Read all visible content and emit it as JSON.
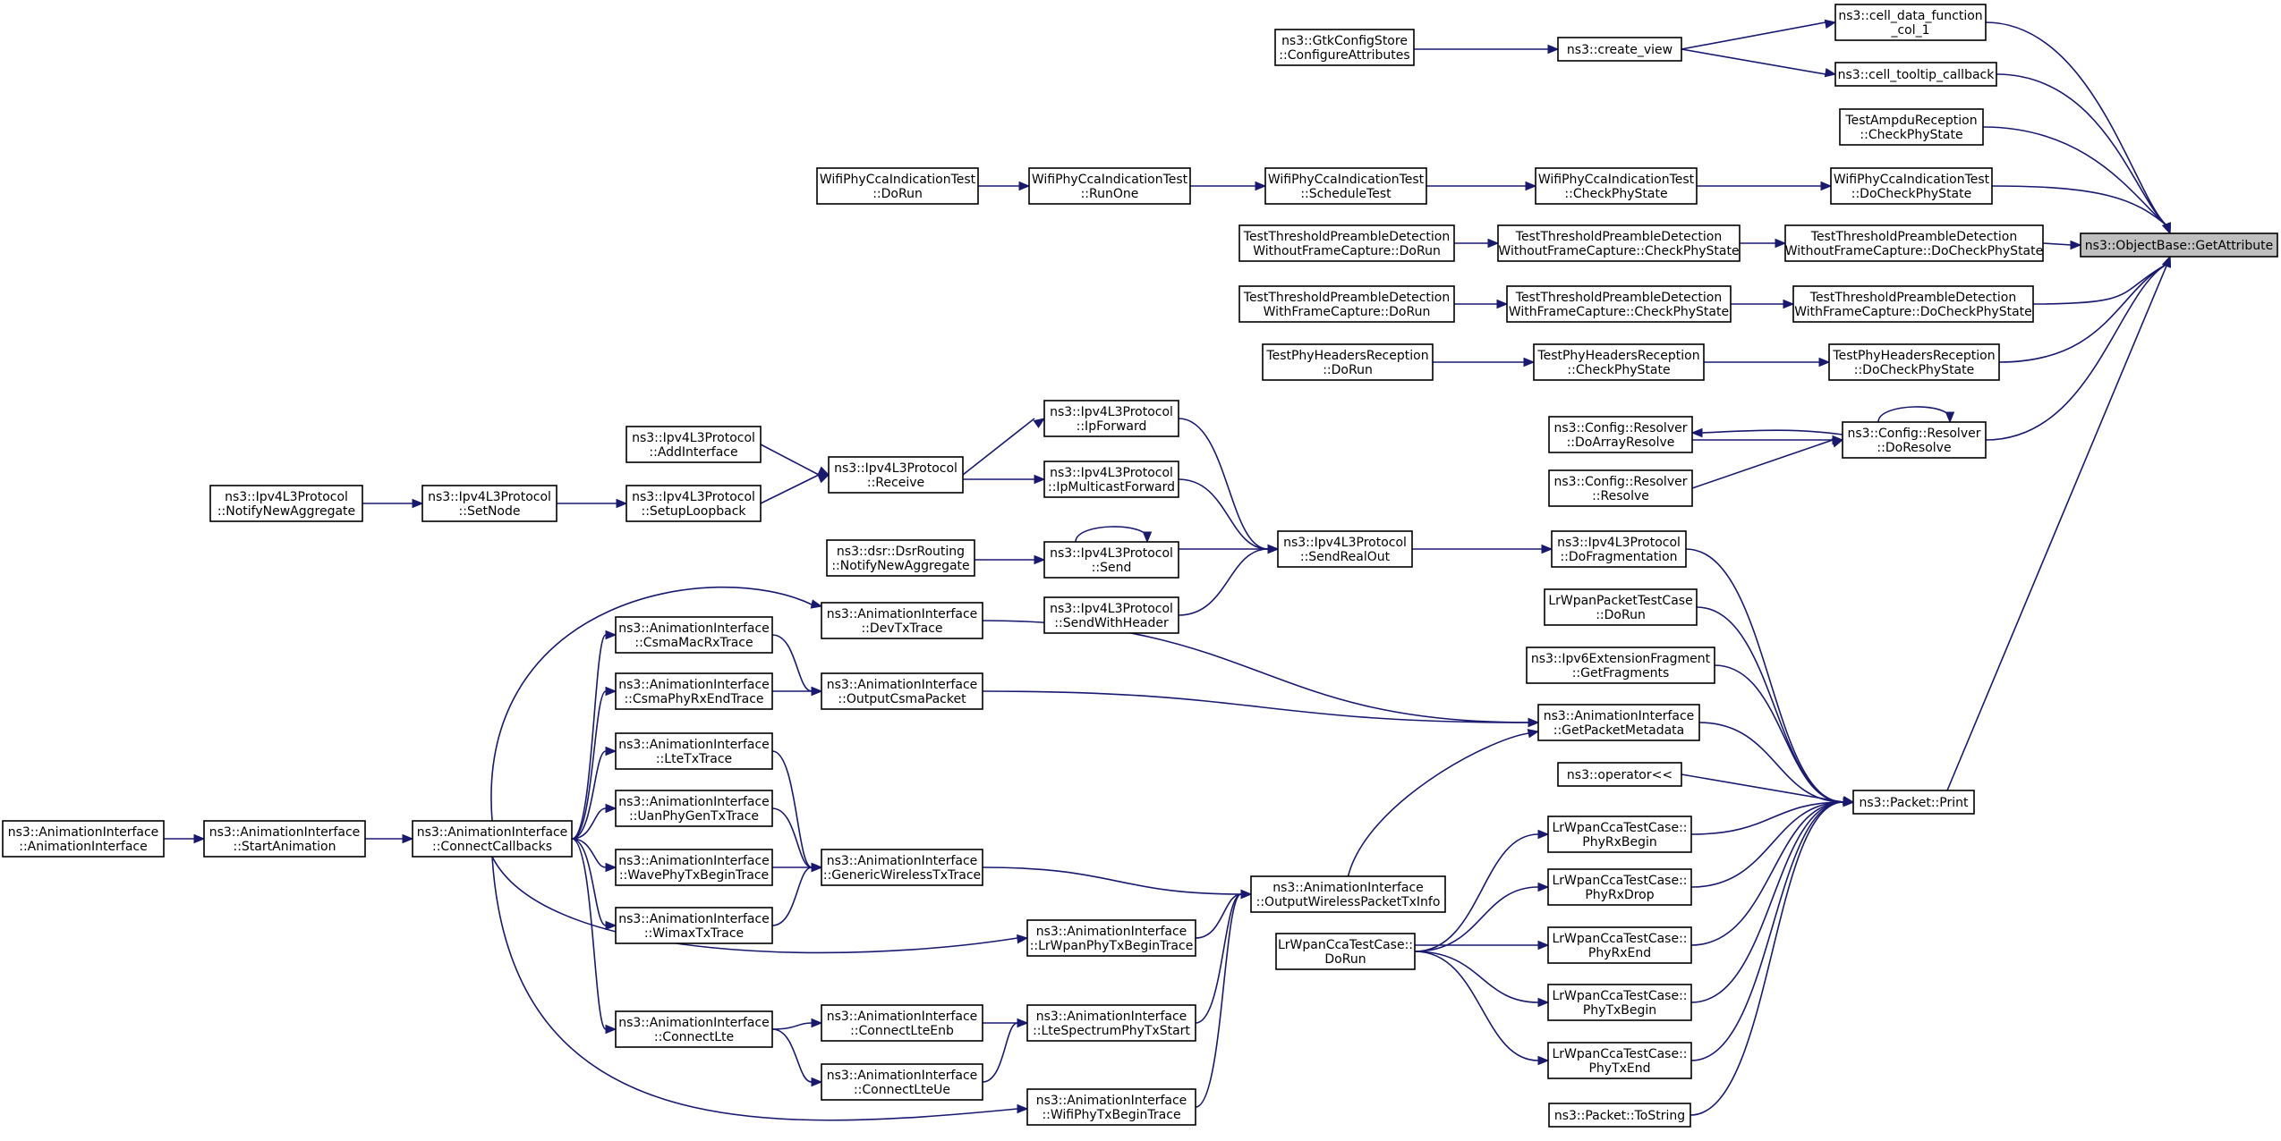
{
  "colors": {
    "edge": "#191970",
    "node_border": "#000000",
    "root_fill": "#bfbfbf",
    "node_fill": "#ffffff"
  },
  "nodes": {
    "root": [
      "ns3::ObjectBase::GetAttribute"
    ],
    "cell_data": [
      "ns3::cell_data_function",
      "_col_1"
    ],
    "cell_tooltip": [
      "ns3::cell_tooltip_callback"
    ],
    "create_view": [
      "ns3::create_view"
    ],
    "gtk_config": [
      "ns3::GtkConfigStore",
      "::ConfigureAttributes"
    ],
    "ampdu_check": [
      "TestAmpduReception",
      "::CheckPhyState"
    ],
    "wifi_do_check": [
      "WifiPhyCcaIndicationTest",
      "::DoCheckPhyState"
    ],
    "wifi_check": [
      "WifiPhyCcaIndicationTest",
      "::CheckPhyState"
    ],
    "wifi_schedule": [
      "WifiPhyCcaIndicationTest",
      "::ScheduleTest"
    ],
    "wifi_runone": [
      "WifiPhyCcaIndicationTest",
      "::RunOne"
    ],
    "wifi_dorun": [
      "WifiPhyCcaIndicationTest",
      "::DoRun"
    ],
    "tpd_wo_docheck": [
      "TestThresholdPreambleDetection",
      "WithoutFrameCapture::DoCheckPhyState"
    ],
    "tpd_wo_check": [
      "TestThresholdPreambleDetection",
      "WithoutFrameCapture::CheckPhyState"
    ],
    "tpd_wo_dorun": [
      "TestThresholdPreambleDetection",
      "WithoutFrameCapture::DoRun"
    ],
    "tpd_w_docheck": [
      "TestThresholdPreambleDetection",
      "WithFrameCapture::DoCheckPhyState"
    ],
    "tpd_w_check": [
      "TestThresholdPreambleDetection",
      "WithFrameCapture::CheckPhyState"
    ],
    "tpd_w_dorun": [
      "TestThresholdPreambleDetection",
      "WithFrameCapture::DoRun"
    ],
    "phh_docheck": [
      "TestPhyHeadersReception",
      "::DoCheckPhyState"
    ],
    "phh_check": [
      "TestPhyHeadersReception",
      "::CheckPhyState"
    ],
    "phh_dorun": [
      "TestPhyHeadersReception",
      "::DoRun"
    ],
    "resolver_doresolve": [
      "ns3::Config::Resolver",
      "::DoResolve"
    ],
    "resolver_doarray": [
      "ns3::Config::Resolver",
      "::DoArrayResolve"
    ],
    "resolver_resolve": [
      "ns3::Config::Resolver",
      "::Resolve"
    ],
    "packet_print": [
      "ns3::Packet::Print"
    ],
    "ipv4_dofrag": [
      "ns3::Ipv4L3Protocol",
      "::DoFragmentation"
    ],
    "ipv4_sendrealout": [
      "ns3::Ipv4L3Protocol",
      "::SendRealOut"
    ],
    "ipv4_ipforward": [
      "ns3::Ipv4L3Protocol",
      "::IpForward"
    ],
    "ipv4_ipmulticast": [
      "ns3::Ipv4L3Protocol",
      "::IpMulticastForward"
    ],
    "ipv4_send": [
      "ns3::Ipv4L3Protocol",
      "::Send"
    ],
    "ipv4_sendwithheader": [
      "ns3::Ipv4L3Protocol",
      "::SendWithHeader"
    ],
    "ipv4_receive": [
      "ns3::Ipv4L3Protocol",
      "::Receive"
    ],
    "ipv4_addinterface": [
      "ns3::Ipv4L3Protocol",
      "::AddInterface"
    ],
    "ipv4_setuploopback": [
      "ns3::Ipv4L3Protocol",
      "::SetupLoopback"
    ],
    "ipv4_setnode": [
      "ns3::Ipv4L3Protocol",
      "::SetNode"
    ],
    "ipv4_notify": [
      "ns3::Ipv4L3Protocol",
      "::NotifyNewAggregate"
    ],
    "dsr_notify": [
      "ns3::dsr::DsrRouting",
      "::NotifyNewAggregate"
    ],
    "lrwpan_packet_dorun": [
      "LrWpanPacketTestCase",
      "::DoRun"
    ],
    "ipv6_getfragments": [
      "ns3::Ipv6ExtensionFragment",
      "::GetFragments"
    ],
    "ai_getpacketmetadata": [
      "ns3::AnimationInterface",
      "::GetPacketMetadata"
    ],
    "operator_ll": [
      "ns3::operator<<"
    ],
    "cca_phyrxbegin": [
      "LrWpanCcaTestCase::",
      "PhyRxBegin"
    ],
    "cca_phyrxdrop": [
      "LrWpanCcaTestCase::",
      "PhyRxDrop"
    ],
    "cca_phyrxend": [
      "LrWpanCcaTestCase::",
      "PhyRxEnd"
    ],
    "cca_phytxbegin": [
      "LrWpanCcaTestCase::",
      "PhyTxBegin"
    ],
    "cca_phytxend": [
      "LrWpanCcaTestCase::",
      "PhyTxEnd"
    ],
    "cca_dorun": [
      "LrWpanCcaTestCase::",
      "DoRun"
    ],
    "packet_tostring": [
      "ns3::Packet::ToString"
    ],
    "ai_outputwireless": [
      "ns3::AnimationInterface",
      "::OutputWirelessPacketTxInfo"
    ],
    "ai_devtxtrace": [
      "ns3::AnimationInterface",
      "::DevTxTrace"
    ],
    "ai_outputcsma": [
      "ns3::AnimationInterface",
      "::OutputCsmaPacket"
    ],
    "ai_csmamacrx": [
      "ns3::AnimationInterface",
      "::CsmaMacRxTrace"
    ],
    "ai_csmaphyrxend": [
      "ns3::AnimationInterface",
      "::CsmaPhyRxEndTrace"
    ],
    "ai_ltetx": [
      "ns3::AnimationInterface",
      "::LteTxTrace"
    ],
    "ai_uanphygen": [
      "ns3::AnimationInterface",
      "::UanPhyGenTxTrace"
    ],
    "ai_wavephy": [
      "ns3::AnimationInterface",
      "::WavePhyTxBeginTrace"
    ],
    "ai_wimax": [
      "ns3::AnimationInterface",
      "::WimaxTxTrace"
    ],
    "ai_genericwireless": [
      "ns3::AnimationInterface",
      "::GenericWirelessTxTrace"
    ],
    "ai_connectcallbacks": [
      "ns3::AnimationInterface",
      "::ConnectCallbacks"
    ],
    "ai_startanimation": [
      "ns3::AnimationInterface",
      "::StartAnimation"
    ],
    "ai_ctor": [
      "ns3::AnimationInterface",
      "::AnimationInterface"
    ],
    "ai_lrwpanphy": [
      "ns3::AnimationInterface",
      "::LrWpanPhyTxBeginTrace"
    ],
    "ai_ltespectrum": [
      "ns3::AnimationInterface",
      "::LteSpectrumPhyTxStart"
    ],
    "ai_wifiphy": [
      "ns3::AnimationInterface",
      "::WifiPhyTxBeginTrace"
    ],
    "ai_connectlte": [
      "ns3::AnimationInterface",
      "::ConnectLte"
    ],
    "ai_connectlteenb": [
      "ns3::AnimationInterface",
      "::ConnectLteEnb"
    ],
    "ai_connectlteue": [
      "ns3::AnimationInterface",
      "::ConnectLteUe"
    ]
  }
}
